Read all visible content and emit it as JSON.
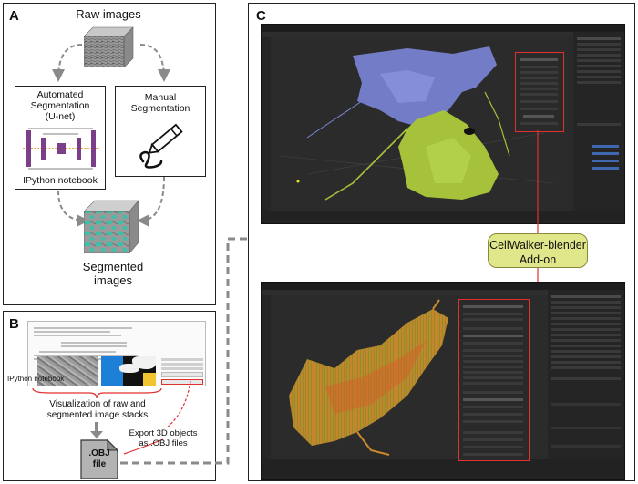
{
  "panel_a": {
    "label": "A",
    "raw_images": "Raw images",
    "auto_seg": "Automated\nSegmentation\n(U-net)",
    "manual_seg": "Manual\nSegmentation",
    "ipython": "IPython notebook",
    "segmented": "Segmented\nimages"
  },
  "panel_b": {
    "label": "B",
    "ipython": "IPython notebook",
    "visualization": "Visualization of raw and\nsegmented image stacks",
    "export": "Export 3D objects\nas .OBJ files",
    "obj_file": ".OBJ\nfile"
  },
  "panel_c": {
    "label": "C",
    "addon": "CellWalker-blender\nAdd-on"
  },
  "colors": {
    "unet": "#7b3f8a",
    "arrow_gray": "#8a8a8a",
    "callout": "#dfe78a",
    "red_box": "#e03030",
    "blue_cell": "#7b86d8",
    "green_cell": "#a6c23a",
    "teal": "#3cc1a8"
  }
}
